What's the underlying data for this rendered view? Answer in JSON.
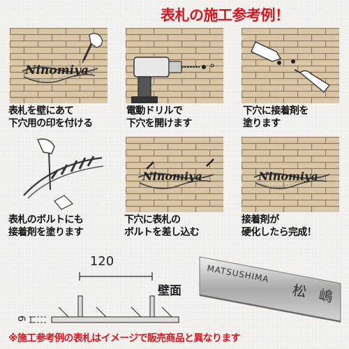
{
  "title": "表札の施工参考例！",
  "steps": [
    {
      "line1": "表札を壁にあて",
      "line2": "下穴用の印を付ける"
    },
    {
      "line1": "電動ドリルで",
      "line2": "下穴を開けます"
    },
    {
      "line1": "下穴に接着剤を",
      "line2": "塗ります"
    },
    {
      "line1": "表札のボルトにも",
      "line2": "接着剤を塗ります"
    },
    {
      "line1": "下穴に表札の",
      "line2": "ボルトを差し込む"
    },
    {
      "line1": "接着剤が",
      "line2": "硬化したら完成！"
    }
  ],
  "nameplate_text": "Ninomiya",
  "diagram": {
    "width_label": "120",
    "wall_label": "壁面",
    "depth_label": "6"
  },
  "product": {
    "roman_name": "MATSUSHIMA",
    "kanji_name": "松 嶋"
  },
  "footnote": "※施工参考例の表札はイメージで販売商品と異なります",
  "colors": {
    "title_red": "#d8161f",
    "brick": "#d9c7a6",
    "mortar": "#8a7a63"
  }
}
